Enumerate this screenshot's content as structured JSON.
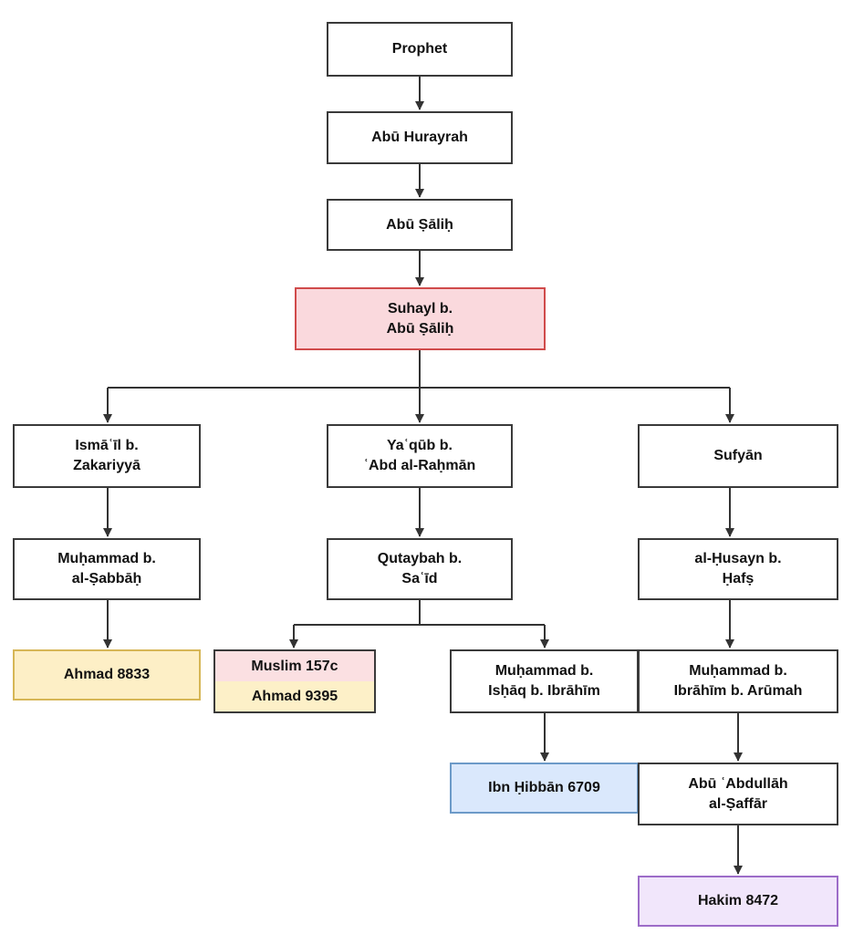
{
  "nodes": {
    "prophet": "Prophet",
    "abu_hurayrah": "Abū Hurayrah",
    "abu_salih": "Abū Ṣāliḥ",
    "suhayl": "Suhayl b.\nAbū Ṣāliḥ",
    "ismail": "Ismāʿīl b.\nZakariyyā",
    "yaqub": "Yaʿqūb b.\nʿAbd al-Raḥmān",
    "sufyan": "Sufyān",
    "muhammad_sabbah": "Muḥammad b.\nal-Ṣabbāḥ",
    "qutaybah": "Qutaybah b.\nSaʿīd",
    "husayn": "al-Ḥusayn b.\nḤafṣ",
    "ahmad_8833": "Ahmad 8833",
    "muslim_157c": "Muslim 157c",
    "ahmad_9395": "Ahmad 9395",
    "muhammad_ishaq": "Muḥammad b.\nIsḥāq b. Ibrāhīm",
    "muhammad_arumah": "Muḥammad b.\nIbrāhīm b. Arūmah",
    "ibn_hibban": "Ibn Ḥibbān 6709",
    "abu_abdullah": "Abū ʿAbdullāh\nal-Ṣaffār",
    "hakim": "Hakim 8472"
  },
  "colors": {
    "highlight_red": "#fad9dd",
    "ahmad_yellow": "#fdefc6",
    "hibban_blue": "#dae8fc",
    "hakim_purple": "#f1e6fb"
  }
}
